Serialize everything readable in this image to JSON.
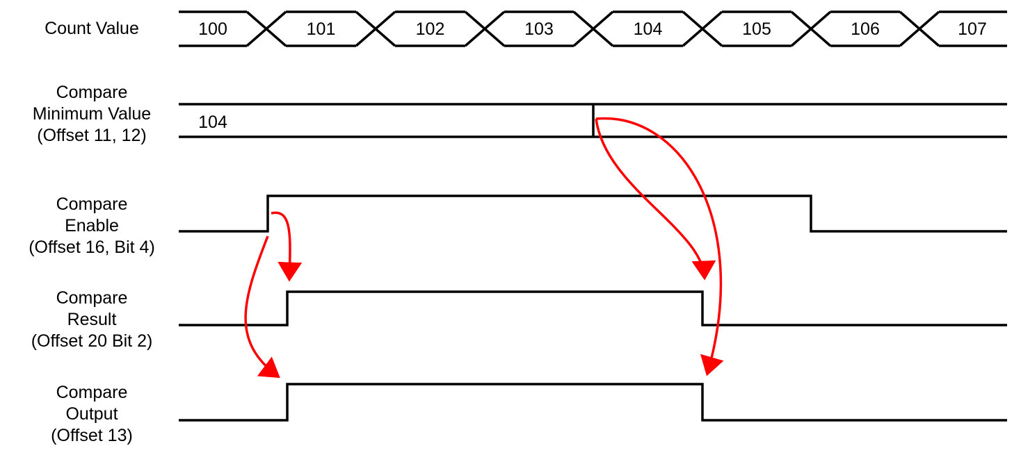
{
  "signals": [
    {
      "name": "count-value",
      "label_lines": [
        "Count Value"
      ]
    },
    {
      "name": "compare-minimum-value",
      "label_lines": [
        "Compare",
        "Minimum Value",
        "(Offset 11, 12)"
      ],
      "value": "104"
    },
    {
      "name": "compare-enable",
      "label_lines": [
        "Compare",
        "Enable",
        "(Offset 16, Bit 4)"
      ]
    },
    {
      "name": "compare-result",
      "label_lines": [
        "Compare",
        "Result",
        "(Offset 20 Bit 2)"
      ]
    },
    {
      "name": "compare-output",
      "label_lines": [
        "Compare",
        "Output",
        "(Offset 13)"
      ]
    }
  ],
  "count_values": [
    "100",
    "101",
    "102",
    "103",
    "104",
    "105",
    "106",
    "107"
  ],
  "colors": {
    "wave": "#000000",
    "arrow": "#ff0000"
  }
}
